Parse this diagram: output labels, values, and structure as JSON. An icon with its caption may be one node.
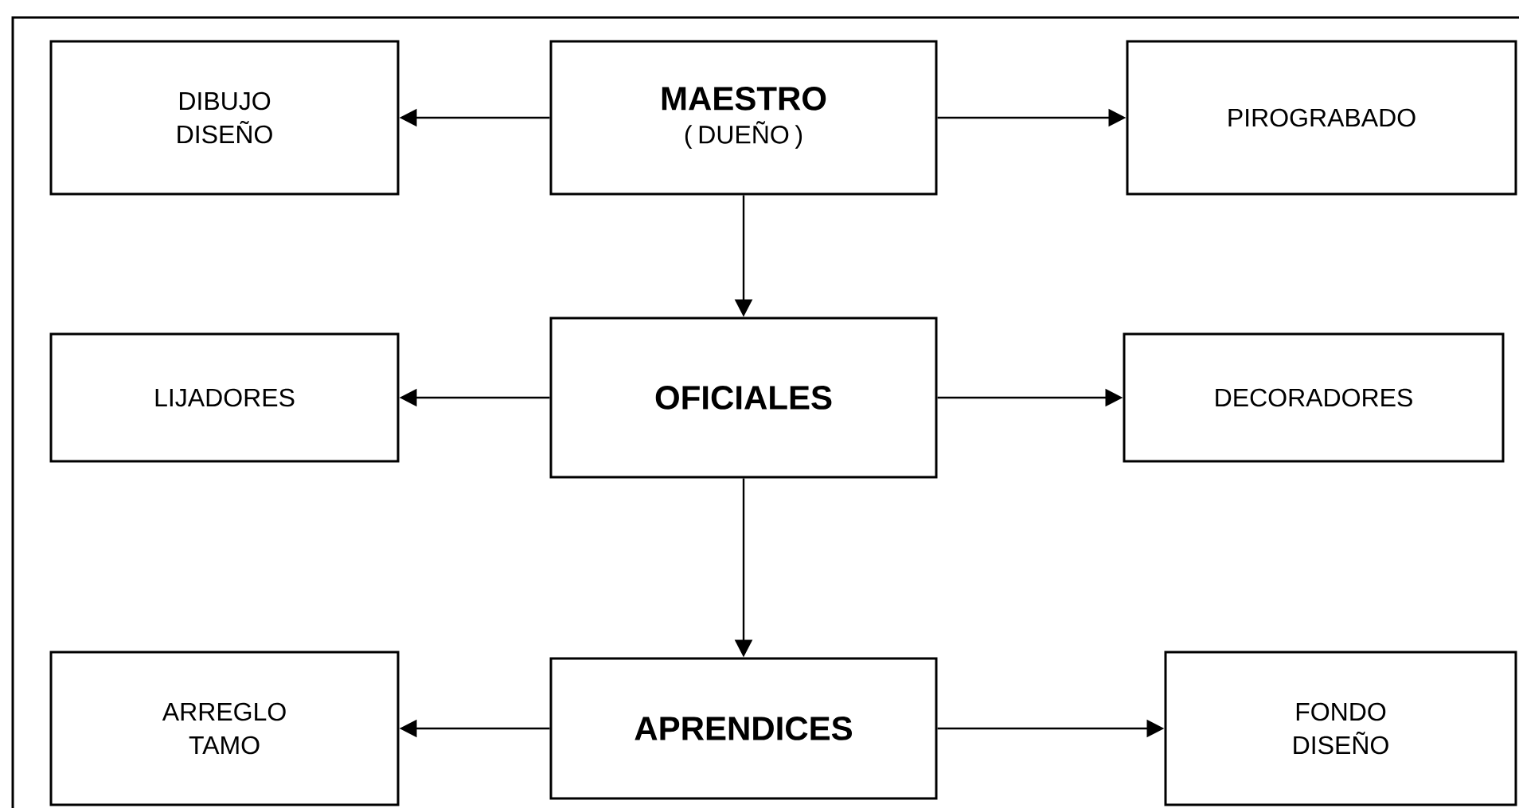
{
  "diagram": {
    "nodes": [
      {
        "text": [
          "DIBUJO DISEÑO"
        ]
      },
      {
        "text": [
          "MAESTRO",
          "( DUEÑO )"
        ]
      },
      {
        "text": [
          "PIROGRABADO"
        ]
      },
      {
        "text": [
          "LIJADORES"
        ]
      },
      {
        "text": [
          "OFICIALES"
        ]
      },
      {
        "text": [
          "DECORADORES"
        ]
      },
      {
        "text": [
          "ARREGLO TAMO"
        ]
      },
      {
        "text": [
          "APRENDICES"
        ]
      },
      {
        "text": [
          "FONDO DISEÑO"
        ]
      }
    ],
    "edges": [
      {
        "from": 1,
        "to": 0,
        "arrow": "to"
      },
      {
        "from": 1,
        "to": 2,
        "arrow": "to"
      },
      {
        "from": 1,
        "to": 4,
        "arrow": "to"
      },
      {
        "from": 4,
        "to": 3,
        "arrow": "to"
      },
      {
        "from": 4,
        "to": 5,
        "arrow": "to"
      },
      {
        "from": 4,
        "to": 7,
        "arrow": "to"
      },
      {
        "from": 7,
        "to": 6,
        "arrow": "to"
      },
      {
        "from": 7,
        "to": 8,
        "arrow": "to"
      }
    ]
  }
}
